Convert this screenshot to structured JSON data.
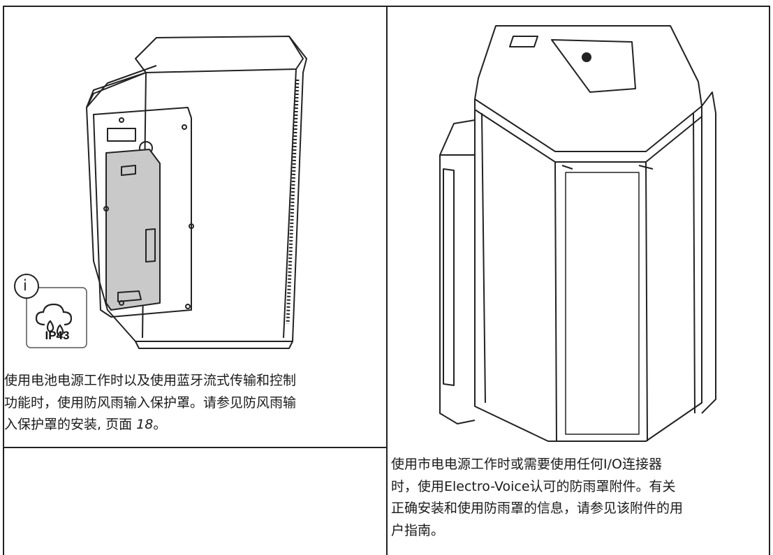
{
  "left_cell": {
    "badge": {
      "info_glyph": "i",
      "rating": "IP43",
      "icon": "weather-rain-cloud-icon"
    },
    "caption_line1": "使用电池电源工作时以及使用蓝牙流式传输和控制",
    "caption_line2": "功能时，使用防风雨输入保护罩。请参见防风雨输",
    "caption_line3_prefix": "入保护罩的安装, 页面 ",
    "caption_page": "18",
    "caption_line3_suffix": "。"
  },
  "right_cell": {
    "caption_line1": "使用市电电源工作时或需要使用任何I/O连接器",
    "caption_line2": "时，使用Electro-Voice认可的防雨罩附件。有关",
    "caption_line3": "正确安装和使用防雨罩的信息，请参见该附件的用",
    "caption_line4": "户指南。"
  }
}
